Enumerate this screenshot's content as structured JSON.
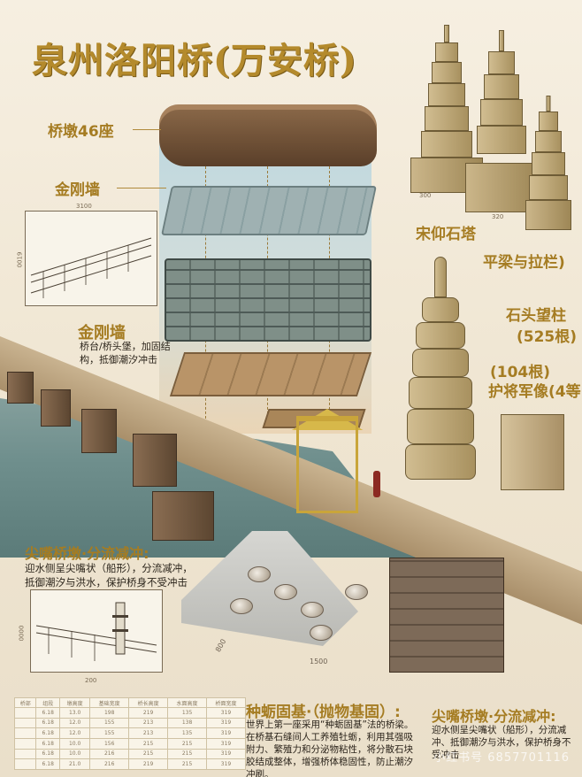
{
  "title": "泉州洛阳桥(万安桥)",
  "labels": {
    "piers": "桥墩46座",
    "jingang_top": "金刚墙",
    "song_pagoda": "宋仰石塔",
    "flat_beam": "平梁与拉栏)",
    "stone_pillar": "石头望柱",
    "stone_pillar_count": "(525根)",
    "guard_count": "(104根)",
    "guard": "护将军像(4等)",
    "jingang_mid": "金刚墙",
    "jingang_mid_desc": "桥台/桥头堡，加固结构，抵御潮汐冲击",
    "pointed_pier_left": "尖嘴桥墩·分流减冲:",
    "pointed_pier_left_desc": "迎水侧呈尖嘴状（船形），分流减冲，抵御潮汐与洪水，保护桥身不受冲击",
    "oyster_title": "种蛎固基·（抛物基固）:",
    "oyster_desc": "世界上第一座采用“种蛎固基”法的桥梁。在桥基石缝间人工养殖牡蛎，利用其强吸附力、繁殖力和分泌物粘性，将分散石块胶结成整体，增强桥体稳固性，防止潮汐冲刷。",
    "pointed_pier_right": "尖嘴桥墩·分流减冲:",
    "pointed_pier_right_desc": "迎水侧呈尖嘴状（船形），分流减冲、抵御潮汐与洪水，保护桥身不受冲击"
  },
  "dims": {
    "sketch_top_w": "3100",
    "sketch_top_h": "0019",
    "sketch_bot_h": "0000",
    "sketch_bot_w": "200",
    "found_a": "800",
    "found_b": "1500",
    "pagoda_a": "300",
    "pagoda_b": "320"
  },
  "table": {
    "headers": [
      "桥部",
      "组段",
      "墩高度",
      "基础宽度",
      "桥长高度",
      "水面高度",
      "桥面宽度"
    ],
    "rows": [
      [
        "6.18",
        "13.0",
        "198",
        "219",
        "135",
        "319"
      ],
      [
        "6.18",
        "12.0",
        "155",
        "213",
        "138",
        "319"
      ],
      [
        "6.18",
        "12.0",
        "155",
        "213",
        "135",
        "319"
      ],
      [
        "6.18",
        "10.0",
        "156",
        "215",
        "215",
        "319"
      ],
      [
        "6.18",
        "10.0",
        "216",
        "215",
        "215",
        "319"
      ],
      [
        "6.18",
        "21.0",
        "216",
        "219",
        "215",
        "319"
      ]
    ]
  },
  "watermark": "小红书号 6857701116",
  "colors": {
    "gold": "#a57c22",
    "title": "#b48a2c",
    "accent": "#b08a3c"
  }
}
